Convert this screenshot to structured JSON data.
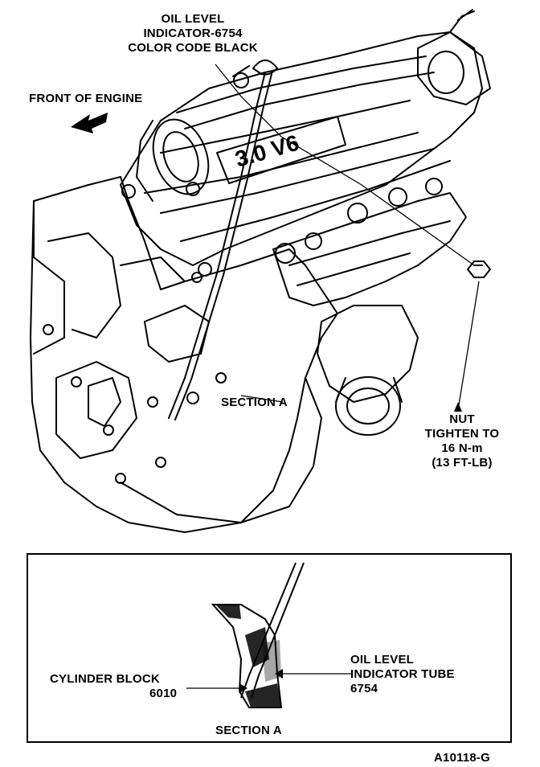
{
  "figure_id": "A10118-G",
  "labels": {
    "oil_level_indicator": [
      "OIL LEVEL",
      "INDICATOR-6754",
      "COLOR CODE BLACK"
    ],
    "front_of_engine": "FRONT OF ENGINE",
    "engine_badge": "3.0 V6",
    "section_a_callout": "SECTION A",
    "nut": [
      "NUT",
      "TIGHTEN TO",
      "16 N-m",
      "(13 FT-LB)"
    ]
  },
  "section_a": {
    "title": "SECTION A",
    "cylinder_block": [
      "CYLINDER BLOCK",
      "6010"
    ],
    "indicator_tube": [
      "OIL LEVEL",
      "INDICATOR TUBE",
      "6754"
    ]
  }
}
